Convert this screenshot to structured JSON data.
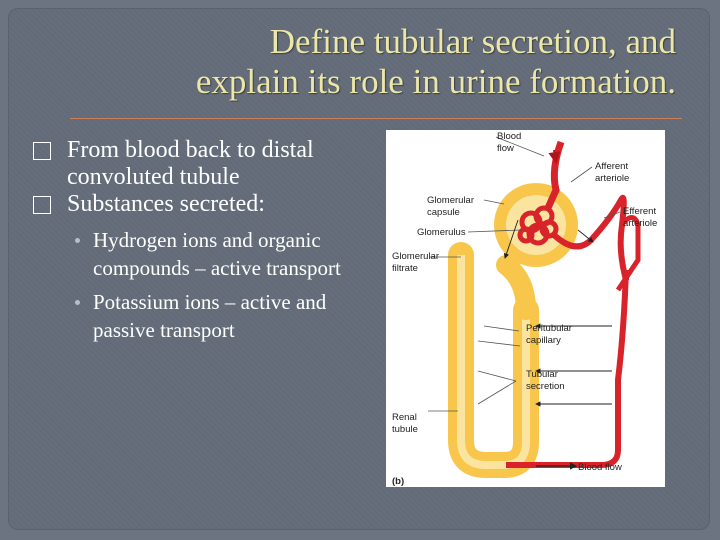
{
  "title": {
    "line1": "Define tubular secretion, and",
    "line2": "explain its role in urine formation."
  },
  "bullets": [
    {
      "text": "From blood back to distal convoluted tubule"
    },
    {
      "text": "Substances secreted:"
    }
  ],
  "sub_bullets": [
    {
      "text": "Hydrogen ions and organic compounds – active transport"
    },
    {
      "text": "Potassium ions – active and passive transport"
    }
  ],
  "figure": {
    "panel": "(b)",
    "labels": {
      "blood_flow_top_1": "Blood",
      "blood_flow_top_2": "flow",
      "afferent_1": "Afferent",
      "afferent_2": "arteriole",
      "efferent_1": "Efferent",
      "efferent_2": "arteriole",
      "glom_capsule_1": "Glomerular",
      "glom_capsule_2": "capsule",
      "glomerulus": "Glomerulus",
      "glom_filtrate_1": "Glomerular",
      "glom_filtrate_2": "filtrate",
      "peritubular_1": "Peritubular",
      "peritubular_2": "capillary",
      "tubular_sec_1": "Tubular",
      "tubular_sec_2": "secretion",
      "renal_1": "Renal",
      "renal_2": "tubule",
      "blood_flow_bottom": "Blood flow"
    },
    "colors": {
      "vessel": "#d8232a",
      "tubule": "#f7c64a",
      "tubule_light": "#fbe3a0"
    }
  }
}
